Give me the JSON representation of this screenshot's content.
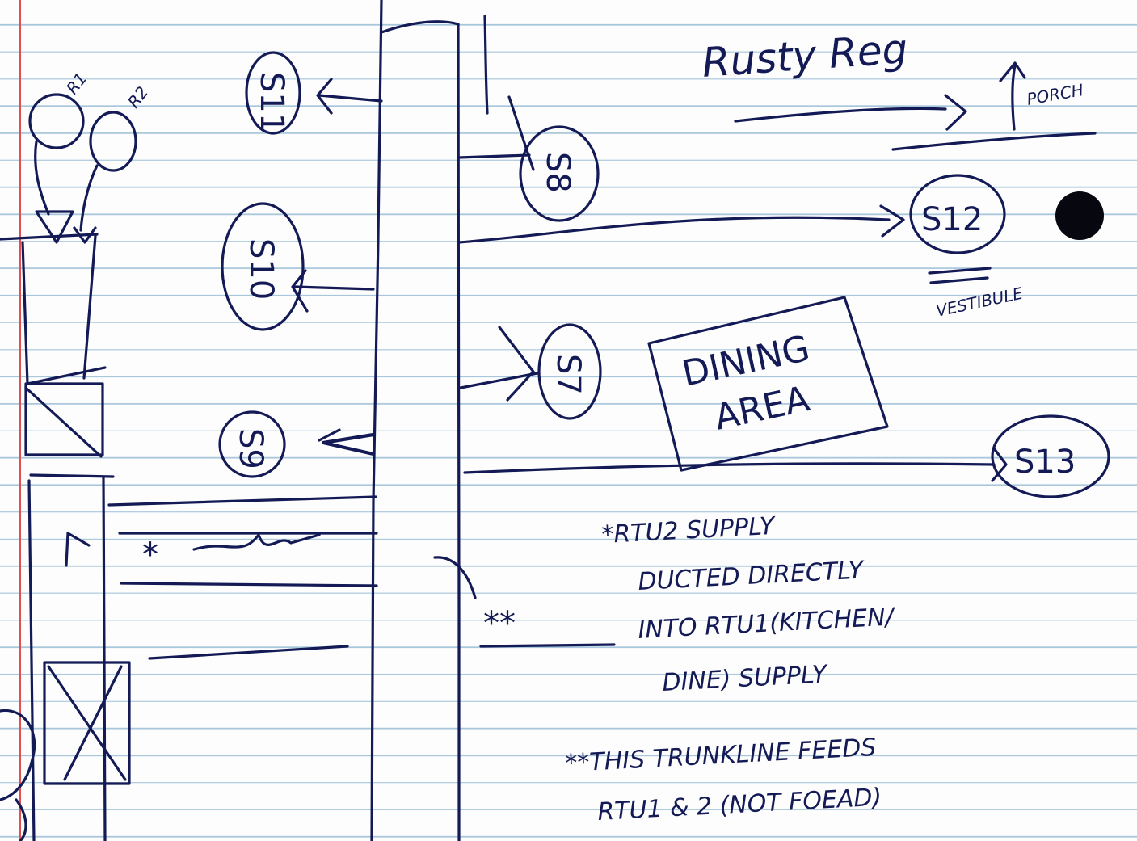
{
  "title": "Rusty Reg",
  "porch": "PORCH",
  "vestibule": "VESTIBULE",
  "room": {
    "line1": "DINING",
    "line2": "AREA"
  },
  "rtus": [
    "R1",
    "R2"
  ],
  "supplies": {
    "s11": "S11",
    "s10": "S10",
    "s9": "S9",
    "s8": "S8",
    "s7": "S7",
    "s12": "S12",
    "s13": "S13"
  },
  "markers": {
    "single": "*",
    "double": "**"
  },
  "note1": {
    "line1": "*RTU2 SUPPLY",
    "line2": "DUCTED DIRECTLY",
    "line3": "INTO RTU1(KITCHEN/",
    "line4": "DINE) SUPPLY"
  },
  "note2": {
    "line1": "**THIS TRUNKLINE FEEDS",
    "line2": "RTU1 & 2 (NOT FOEAD)"
  },
  "colors": {
    "ink": "#131a55",
    "rule": "#a9c7dc",
    "margin": "#e05050"
  }
}
